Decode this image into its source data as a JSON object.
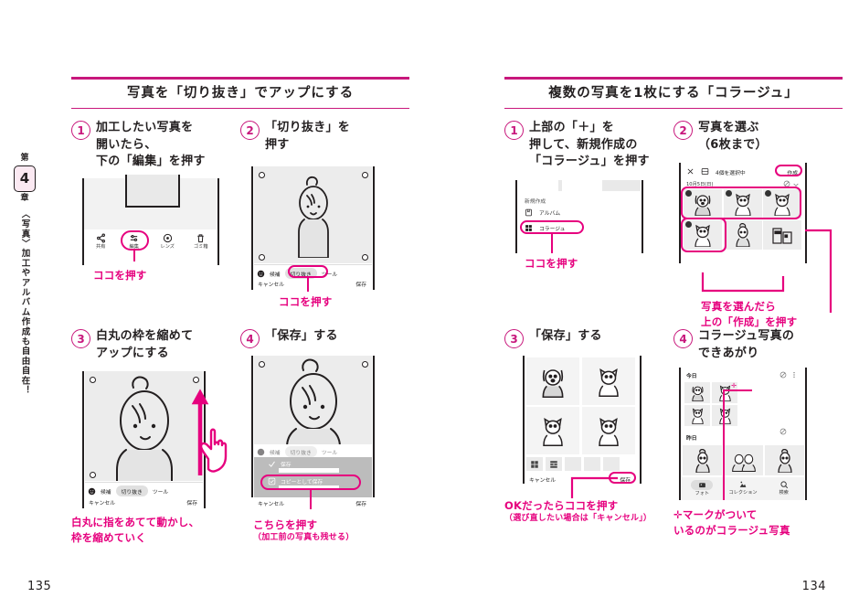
{
  "book": {
    "chapter_prefix": "第",
    "chapter_number": "4",
    "chapter_suffix": "章",
    "chapter_title": "〈写真〉加工やアルバム作成も自由自在！",
    "page_left": "135",
    "page_right": "134",
    "accent": "#e6007e",
    "rule_color": "#c8177c"
  },
  "left_section": {
    "title": "写真を「切り抜き」でアップにする",
    "steps": [
      {
        "number": "①",
        "text": "加工したい写真を\n開いたら、\n下の「編集」を押す",
        "phone": {
          "toolbar": [
            {
              "icon": "share-icon",
              "label": "共有"
            },
            {
              "icon": "edit-icon",
              "label": "編集"
            },
            {
              "icon": "lens-icon",
              "label": "レンズ"
            },
            {
              "icon": "trash-icon",
              "label": "ゴミ箱"
            }
          ]
        },
        "callout": "ココを押す"
      },
      {
        "number": "②",
        "text": "「切り抜き」を\n押す",
        "phone": {
          "tabs": [
            "候補",
            "切り抜き",
            "ツール"
          ],
          "actions": [
            "キャンセル",
            "保存"
          ]
        },
        "callout": "ココを押す"
      },
      {
        "number": "③",
        "text": "白丸の枠を縮めて\nアップにする",
        "phone": {
          "tabs": [
            "候補",
            "切り抜き",
            "ツール"
          ],
          "actions": [
            "キャンセル",
            "保存"
          ]
        },
        "callout": "白丸に指をあてて動かし、\n枠を縮めていく"
      },
      {
        "number": "④",
        "text": "「保存」する",
        "phone": {
          "tabs": [
            "候補",
            "切り抜き",
            "ツール"
          ],
          "menu": [
            "保存",
            "コピーとして保存"
          ],
          "actions": [
            "キャンセル",
            "保存"
          ]
        },
        "callout": "こちらを押す",
        "callout_sub": "（加工前の写真も残せる）"
      }
    ]
  },
  "right_section": {
    "title": "複数の写真を1枚にする「コラージュ」",
    "steps": [
      {
        "number": "①",
        "text": "上部の「＋」を\n押して、新規作成の\n「コラージュ」を押す",
        "phone": {
          "menu_title": "新規作成",
          "menu_items": [
            "アルバム",
            "コラージュ"
          ]
        },
        "callout": "ココを押す"
      },
      {
        "number": "②",
        "text": "写真を選ぶ\n（6枚まで）",
        "phone": {
          "status": "4個を選択中",
          "create_button": "作成",
          "date_label": "10月5日(日)"
        },
        "callout": "写真を選んだら\n上の「作成」を押す"
      },
      {
        "number": "③",
        "text": "「保存」する",
        "phone": {
          "actions": [
            "キャンセル",
            "保存"
          ]
        },
        "callout": "OKだったらココを押す",
        "callout_sub": "（選び直したい場合は「キャンセル」）"
      },
      {
        "number": "④",
        "text": "コラージュ写真の\nできあがり",
        "phone": {
          "group_today": "今日",
          "group_yesterday": "昨日",
          "nav": [
            {
              "icon": "photos-icon",
              "label": "フォト"
            },
            {
              "icon": "collection-icon",
              "label": "コレクション"
            },
            {
              "icon": "search-icon",
              "label": "検索"
            }
          ]
        },
        "callout": "✛マークがついて\nいるのがコラージュ写真"
      }
    ]
  }
}
